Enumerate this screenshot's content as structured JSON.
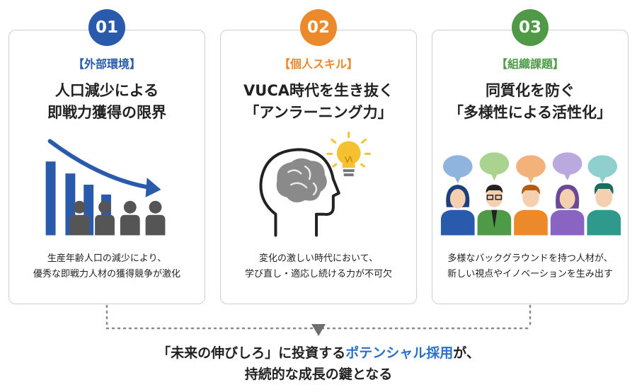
{
  "cards": [
    {
      "number": "01",
      "tag": "【外部環境】",
      "title_line1": "人口減少による",
      "title_line2": "即戦力獲得の限界",
      "desc_line1": "生産年齢人口の減少により、",
      "desc_line2": "優秀な即戦力人材の獲得競争が激化",
      "icon": "declining-population-chart-icon"
    },
    {
      "number": "02",
      "tag": "【個人スキル】",
      "title_line1": "VUCA時代を生き抜く",
      "title_line2": "「アンラーニング力」",
      "desc_line1": "変化の激しい時代において、",
      "desc_line2": "学び直し・適応し続ける力が不可欠",
      "icon": "brain-lightbulb-icon"
    },
    {
      "number": "03",
      "tag": "【組織課題】",
      "title_line1": "同質化を防ぐ",
      "title_line2": "「多様性による活性化」",
      "desc_line1": "多様なバックグラウンドを持つ人材が、",
      "desc_line2": "新しい視点やイノベーションを生み出す",
      "icon": "diverse-people-icon"
    }
  ],
  "footer": {
    "line1_pre": "「未来の伸びしろ」に投資する",
    "line1_accent": "ポテンシャル採用",
    "line1_post": "が、",
    "line2": "持続的な成長の鍵となる"
  },
  "colors": {
    "blue": "#2a5aab",
    "orange": "#ec8a2b",
    "green": "#4e9a47",
    "accent": "#2a6fc9"
  }
}
